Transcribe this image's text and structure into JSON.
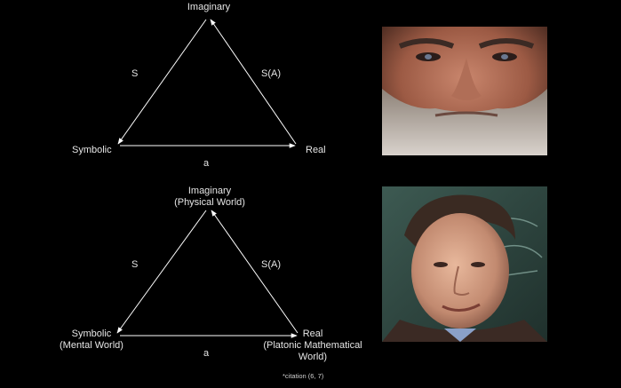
{
  "colors": {
    "background": "#000000",
    "text": "#e6e6e6",
    "arrow": "#ffffff"
  },
  "diagram_top": {
    "imaginary": "Imaginary",
    "symbolic": "Symbolic",
    "real": "Real",
    "edge_left": "S",
    "edge_right": "S(A)",
    "edge_bottom": "a"
  },
  "diagram_bottom": {
    "imaginary": "Imaginary\n(Physical World)",
    "symbolic": "Symbolic\n(Mental World)",
    "real": "Real\n(Platonic Mathematical\nWorld)",
    "edge_left": "S",
    "edge_right": "S(A)",
    "edge_bottom": "a"
  },
  "citation": "*citation (6, 7)"
}
